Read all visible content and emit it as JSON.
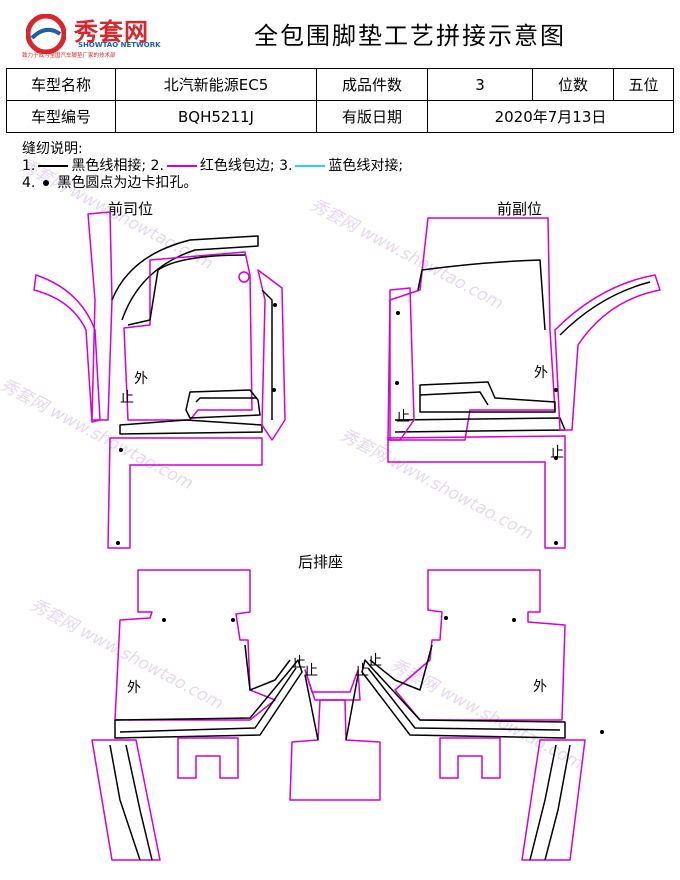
{
  "header": {
    "logo_cn": "秀套网",
    "logo_en": "SHOWTAO NETWORK",
    "logo_tagline": "致力于成为全国汽车脚垫厂家的技术部",
    "title": "全包围脚垫工艺拼接示意图"
  },
  "info": {
    "model_name_label": "车型名称",
    "model_name_value": "北汽新能源EC5",
    "piece_count_label": "成品件数",
    "piece_count_value": "3",
    "seat_label": "位数",
    "seat_value": "五位",
    "model_code_label": "车型编号",
    "model_code_value": "BQH5211J",
    "version_date_label": "有版日期",
    "version_date_value": "2020年7月13日"
  },
  "notes": {
    "heading": "缝纫说明:",
    "item1_num": "1.",
    "item1_text": "黑色线相接;",
    "item2_num": "2.",
    "item2_text": "红色线包边;",
    "item3_num": "3.",
    "item3_text": "蓝色线对接;",
    "item4_num": "4.",
    "item4_text": "黑色圆点为边卡扣孔。"
  },
  "sections": {
    "driver": "前司位",
    "passenger": "前副位",
    "rear": "后排座"
  },
  "part_labels": {
    "outer": "外",
    "stop": "止"
  },
  "colors": {
    "seam_black": "#000000",
    "edge_red": "#d400d4",
    "butt_blue": "#2fd0f0"
  },
  "watermark_text": "秀套网 www.showtao.com"
}
